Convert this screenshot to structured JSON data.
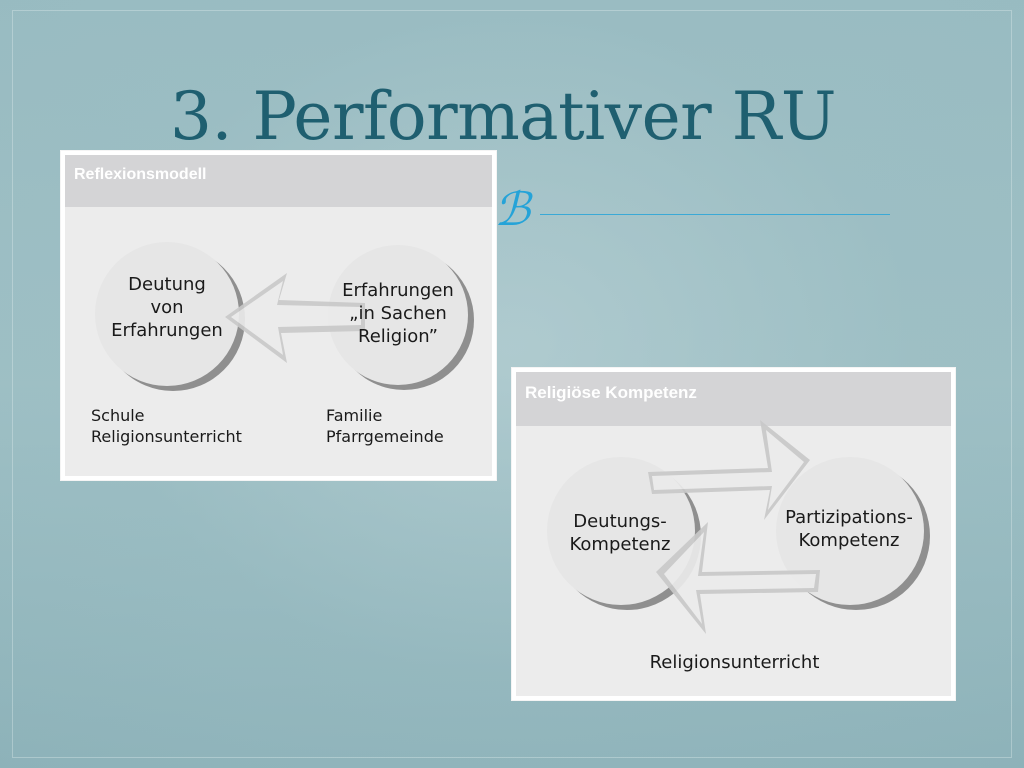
{
  "slide": {
    "title": "3. Performativer RU",
    "ornament": "ℬ"
  },
  "panel1": {
    "header": "Reflexionsmodell",
    "left_circle": [
      "Deutung",
      "von",
      "Erfahrungen"
    ],
    "right_circle": [
      "Erfahrungen",
      "„in Sachen",
      "Religion”"
    ],
    "left_caption": [
      "Schule",
      "Religionsunterricht"
    ],
    "right_caption": [
      "Familie",
      "Pfarrgemeinde"
    ]
  },
  "panel2": {
    "header": "Religiöse Kompetenz",
    "left_circle": [
      "Deutungs-",
      "Kompetenz"
    ],
    "right_circle": [
      "Partizipations-",
      "Kompetenz"
    ],
    "caption": "Religionsunterricht"
  },
  "colors": {
    "background": "#8fb3ba",
    "title": "#1f5f70",
    "accent_rule": "#3aa9d6",
    "panel_header": "#d4d4d6",
    "circle_fill": "#e6e6e6",
    "circle_shadow": "#8f8f8f",
    "arrow": "#cfcfcf"
  }
}
